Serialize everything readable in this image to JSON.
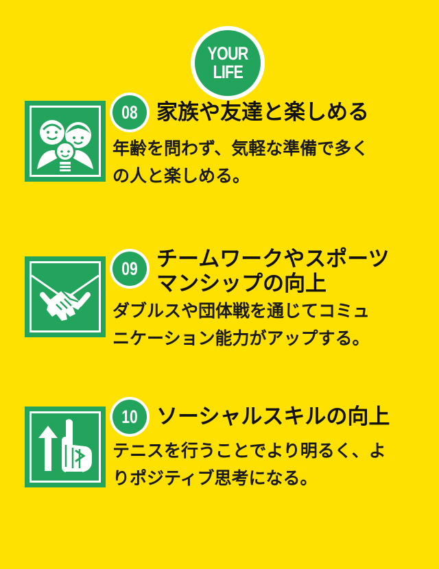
{
  "badge": {
    "line1": "YOUR",
    "line2": "LIFE"
  },
  "items": [
    {
      "number": "08",
      "title_lines": [
        "家族や友達と楽しめる"
      ],
      "desc_lines": [
        "年齢を問わず、気軽な準備で多く",
        "の人と楽しめる。"
      ],
      "icon": "family-icon"
    },
    {
      "number": "09",
      "title_lines": [
        "チームワークやスポーツ",
        "マンシップの向上"
      ],
      "desc_lines": [
        "ダブルスや団体戦を通じてコミュ",
        "ニケーション能力がアップする。"
      ],
      "icon": "handshake-icon"
    },
    {
      "number": "10",
      "title_lines": [
        "ソーシャルスキルの向上"
      ],
      "desc_lines": [
        "テニスを行うことでより明るく、よ",
        "りポジティブ思考になる。"
      ],
      "icon": "pointing-up-hand-icon"
    }
  ],
  "colors": {
    "background": "#FFE100",
    "accent": "#22A45D",
    "text": "#1a1a1a"
  }
}
